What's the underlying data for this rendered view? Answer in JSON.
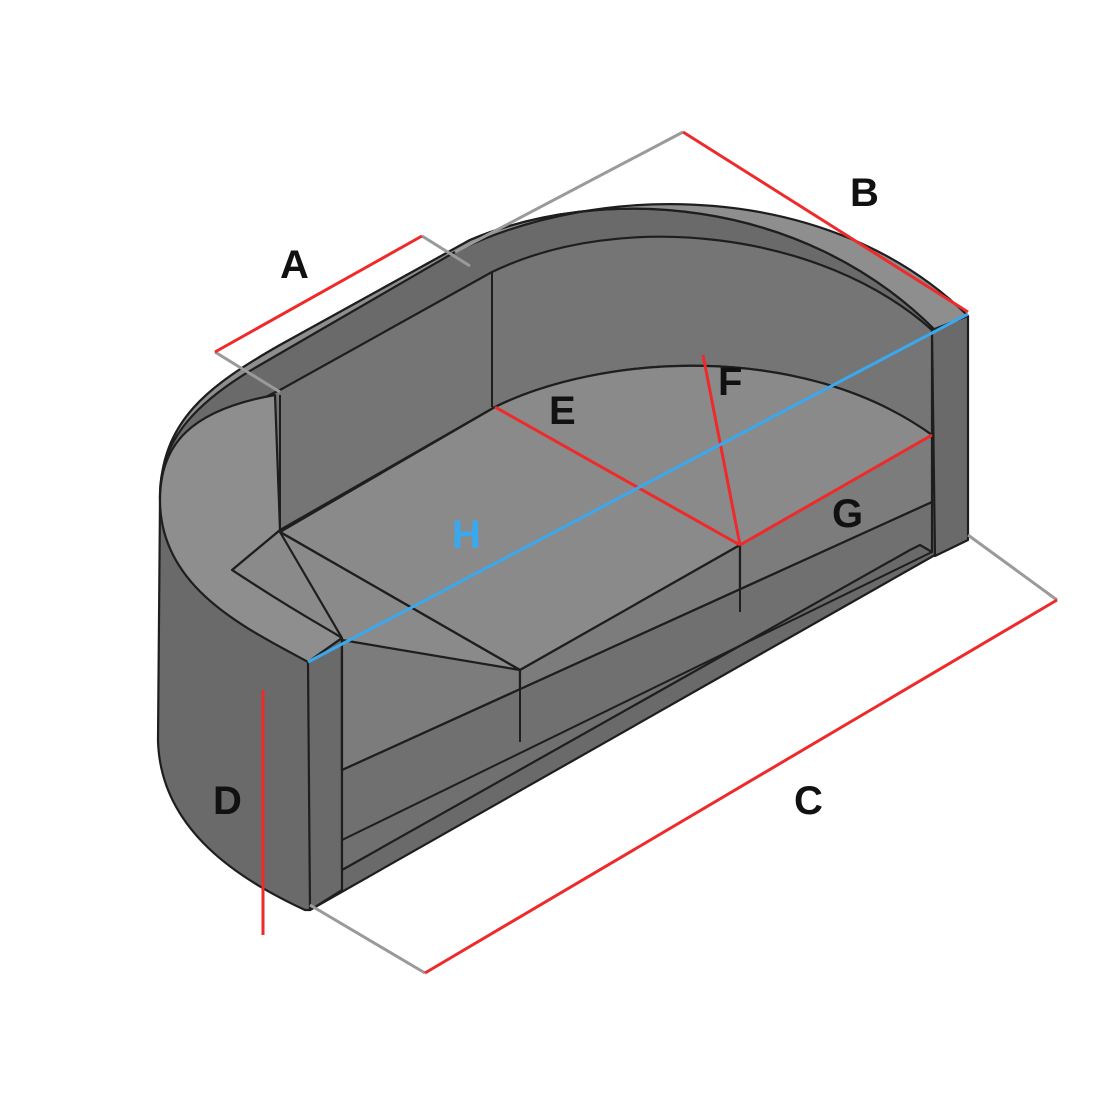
{
  "labels": {
    "a": "A",
    "b": "B",
    "c": "C",
    "d": "D",
    "e": "E",
    "f": "F",
    "g": "G",
    "h": "H"
  },
  "colors": {
    "background": "#ffffff",
    "dimension_line": "#ee2a2a",
    "extension_line": "#9a9a9a",
    "diagonal_h": "#3aa8ee",
    "label_text": "#111111",
    "label_h": "#3aa8ee",
    "sofa_outline": "#1e1e1e",
    "sofa_top": "#8e8e8e",
    "sofa_inner": "#757575",
    "sofa_side": "#6a6a6a",
    "seat": "#8a8a8a",
    "seat_front": "#7c7c7c",
    "base_front": "#707070"
  }
}
